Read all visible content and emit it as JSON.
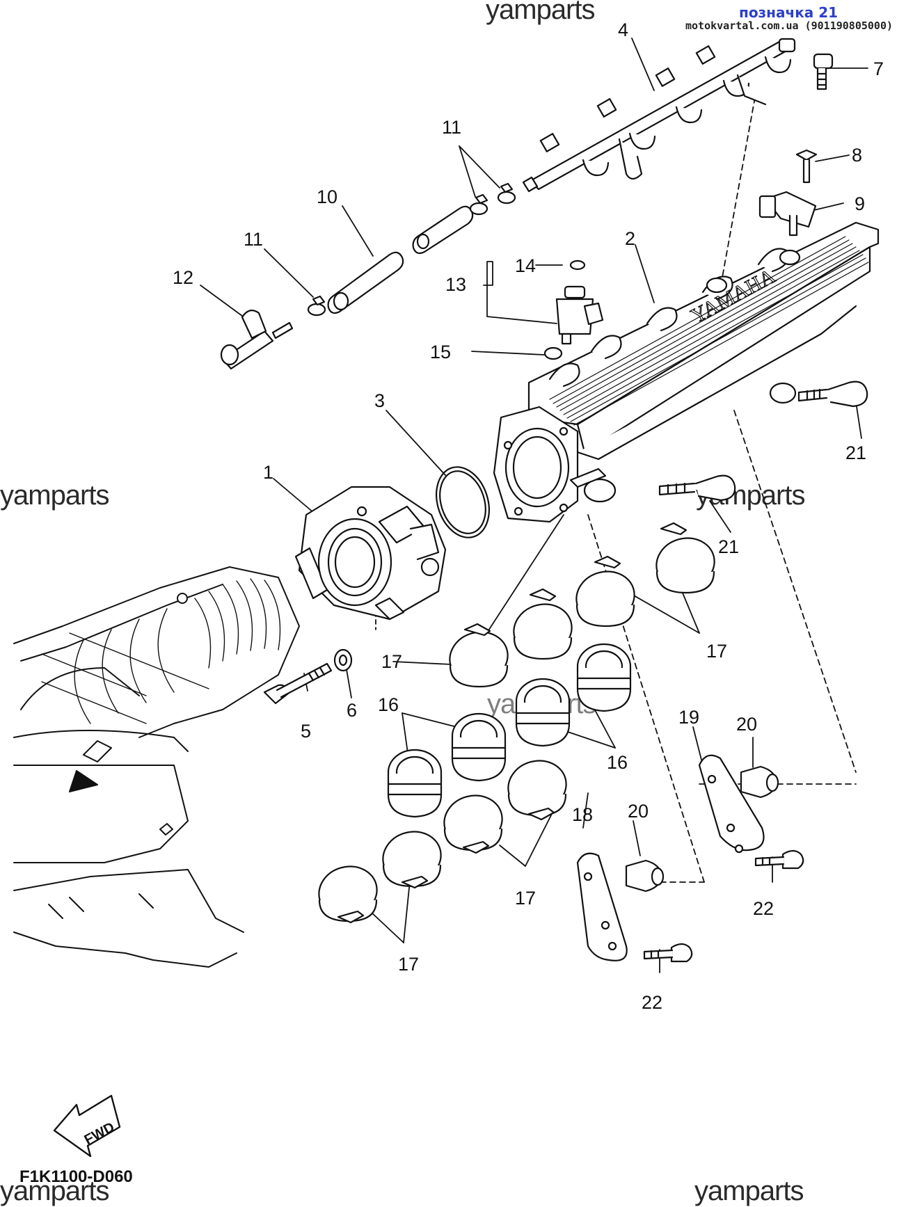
{
  "header": {
    "label": "позначка 21",
    "source": "motokvartal.com.ua (901190805000)"
  },
  "watermark": "yamparts",
  "diagram_code": "F1K1100-D060",
  "fwd_label": "FWD",
  "callouts": {
    "c1": "1",
    "c2": "2",
    "c3": "3",
    "c4": "4",
    "c5": "5",
    "c6": "6",
    "c7": "7",
    "c8": "8",
    "c9": "9",
    "c10": "10",
    "c11a": "11",
    "c11b": "11",
    "c12": "12",
    "c13": "13",
    "c14": "14",
    "c15": "15",
    "c16a": "16",
    "c16b": "16",
    "c17a": "17",
    "c17b": "17",
    "c17c": "17",
    "c17d": "17",
    "c18": "18",
    "c19": "19",
    "c20a": "20",
    "c20b": "20",
    "c21a": "21",
    "c21b": "21",
    "c22a": "22",
    "c22b": "22"
  },
  "manifold_text": "YAMAHA"
}
